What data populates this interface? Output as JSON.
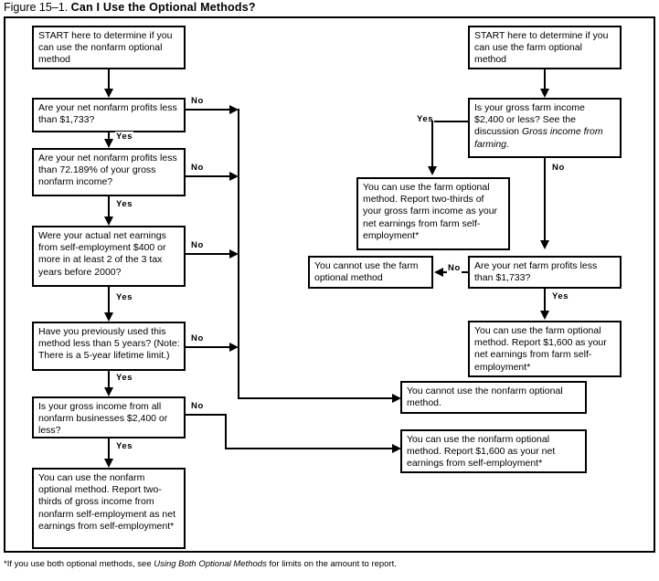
{
  "figure": {
    "label": "Figure 15–1.",
    "title": "Can I Use the Optional Methods?"
  },
  "footnote": {
    "prefix": "*If you use both optional methods, see ",
    "italic": "Using Both Optional Methods",
    "suffix": " for limits on the amount to report."
  },
  "edge_labels": {
    "yes": "Yes",
    "no": "No"
  },
  "nonfarm_branch": {
    "start": "START here to determine if you can use the nonfarm optional method",
    "q1": "Are your net nonfarm profits less than $1,733?",
    "q2": "Are your net nonfarm profits less than 72.189% of your gross nonfarm income?",
    "q3": "Were your actual net earnings from self-employment $400 or more in at least 2 of the 3 tax years before 2000?",
    "q4": "Have you previously used this method less than 5 years? (Note: There is a 5-year lifetime limit.)",
    "q5": "Is your gross income from all nonfarm businesses $2,400 or less?",
    "result_can_use": "You can use the nonfarm optional method. Report two-thirds of gross income from nonfarm self-employment as net earnings from self-employment*",
    "result_cannot_use": "You cannot use the nonfarm optional method.",
    "result_report_1600": "You can use the nonfarm optional method. Report $1,600 as your net earnings from self-employment*"
  },
  "farm_branch": {
    "start": "START here to determine if you can use the farm optional method",
    "q1_part1": "Is your gross farm income $2,400 or less? See the discussion ",
    "q1_italic": "Gross income from farming",
    "q1_part2": ".",
    "result_two_thirds": "You can use the farm optional method. Report two-thirds of your gross farm income as your net earnings from farm self-employment*",
    "result_cannot_use": "You cannot use the farm optional method",
    "q2": "Are your net farm profits less than $1,733?",
    "result_report_1600": "You can use the farm optional method. Report $1,600 as your net earnings from farm self-employment*"
  }
}
